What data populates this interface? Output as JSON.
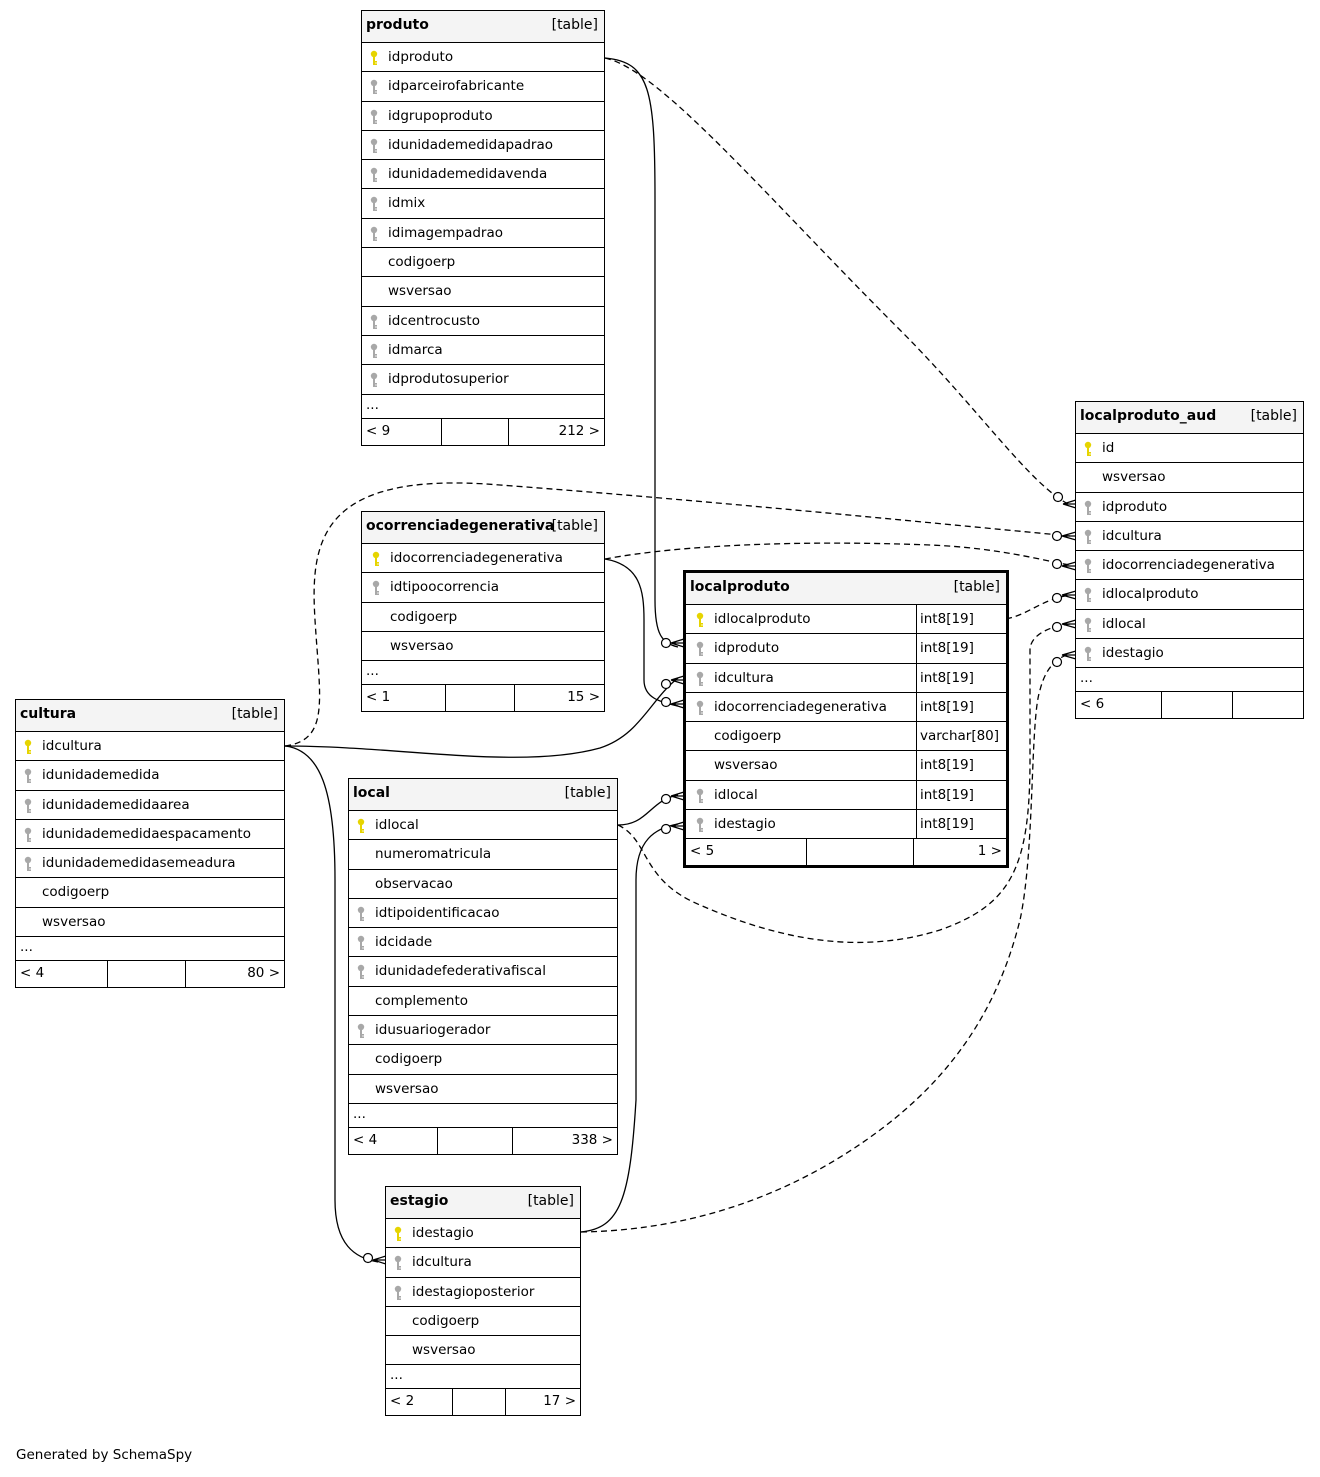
{
  "tables": {
    "produto": {
      "name": "produto",
      "kind": "[table]",
      "columns": [
        {
          "name": "idproduto",
          "key": "pk"
        },
        {
          "name": "idparceirofabricante",
          "key": "fk"
        },
        {
          "name": "idgrupoproduto",
          "key": "fk"
        },
        {
          "name": "idunidademedidapadrao",
          "key": "fk"
        },
        {
          "name": "idunidademedidavenda",
          "key": "fk"
        },
        {
          "name": "idmix",
          "key": "fk"
        },
        {
          "name": "idimagempadrao",
          "key": "fk"
        },
        {
          "name": "codigoerp",
          "key": ""
        },
        {
          "name": "wsversao",
          "key": ""
        },
        {
          "name": "idcentrocusto",
          "key": "fk"
        },
        {
          "name": "idmarca",
          "key": "fk"
        },
        {
          "name": "idprodutosuperior",
          "key": "fk"
        }
      ],
      "ellipsis": "...",
      "footer": {
        "parents": "< 9",
        "rows": "",
        "children": "212 >"
      }
    },
    "ocorrenciadegenerativa": {
      "name": "ocorrenciadegenerativa",
      "kind": "[table]",
      "columns": [
        {
          "name": "idocorrenciadegenerativa",
          "key": "pk"
        },
        {
          "name": "idtipoocorrencia",
          "key": "fk"
        },
        {
          "name": "codigoerp",
          "key": ""
        },
        {
          "name": "wsversao",
          "key": ""
        }
      ],
      "ellipsis": "...",
      "footer": {
        "parents": "< 1",
        "rows": "",
        "children": "15 >"
      }
    },
    "cultura": {
      "name": "cultura",
      "kind": "[table]",
      "columns": [
        {
          "name": "idcultura",
          "key": "pk"
        },
        {
          "name": "idunidademedida",
          "key": "fk"
        },
        {
          "name": "idunidademedidaarea",
          "key": "fk"
        },
        {
          "name": "idunidademedidaespacamento",
          "key": "fk"
        },
        {
          "name": "idunidademedidasemeadura",
          "key": "fk"
        },
        {
          "name": "codigoerp",
          "key": ""
        },
        {
          "name": "wsversao",
          "key": ""
        }
      ],
      "ellipsis": "...",
      "footer": {
        "parents": "< 4",
        "rows": "",
        "children": "80 >"
      }
    },
    "local": {
      "name": "local",
      "kind": "[table]",
      "columns": [
        {
          "name": "idlocal",
          "key": "pk"
        },
        {
          "name": "numeromatricula",
          "key": ""
        },
        {
          "name": "observacao",
          "key": ""
        },
        {
          "name": "idtipoidentificacao",
          "key": "fk"
        },
        {
          "name": "idcidade",
          "key": "fk"
        },
        {
          "name": "idunidadefederativafiscal",
          "key": "fk"
        },
        {
          "name": "complemento",
          "key": ""
        },
        {
          "name": "idusuariogerador",
          "key": "fk"
        },
        {
          "name": "codigoerp",
          "key": ""
        },
        {
          "name": "wsversao",
          "key": ""
        }
      ],
      "ellipsis": "...",
      "footer": {
        "parents": "< 4",
        "rows": "",
        "children": "338 >"
      }
    },
    "estagio": {
      "name": "estagio",
      "kind": "[table]",
      "columns": [
        {
          "name": "idestagio",
          "key": "pk"
        },
        {
          "name": "idcultura",
          "key": "fk"
        },
        {
          "name": "idestagioposterior",
          "key": "fk"
        },
        {
          "name": "codigoerp",
          "key": ""
        },
        {
          "name": "wsversao",
          "key": ""
        }
      ],
      "ellipsis": "...",
      "footer": {
        "parents": "< 2",
        "rows": "",
        "children": "17 >"
      }
    },
    "localproduto": {
      "name": "localproduto",
      "kind": "[table]",
      "columns": [
        {
          "name": "idlocalproduto",
          "key": "pk",
          "type": "int8[19]"
        },
        {
          "name": "idproduto",
          "key": "fk",
          "type": "int8[19]"
        },
        {
          "name": "idcultura",
          "key": "fk",
          "type": "int8[19]"
        },
        {
          "name": "idocorrenciadegenerativa",
          "key": "fk",
          "type": "int8[19]"
        },
        {
          "name": "codigoerp",
          "key": "",
          "type": "varchar[80]"
        },
        {
          "name": "wsversao",
          "key": "",
          "type": "int8[19]"
        },
        {
          "name": "idlocal",
          "key": "fk",
          "type": "int8[19]"
        },
        {
          "name": "idestagio",
          "key": "fk",
          "type": "int8[19]"
        }
      ],
      "footer": {
        "parents": "< 5",
        "rows": "",
        "children": "1 >"
      }
    },
    "localproduto_aud": {
      "name": "localproduto_aud",
      "kind": "[table]",
      "columns": [
        {
          "name": "id",
          "key": "pk"
        },
        {
          "name": "wsversao",
          "key": ""
        },
        {
          "name": "idproduto",
          "key": "fk"
        },
        {
          "name": "idcultura",
          "key": "fk"
        },
        {
          "name": "idocorrenciadegenerativa",
          "key": "fk"
        },
        {
          "name": "idlocalproduto",
          "key": "fk"
        },
        {
          "name": "idlocal",
          "key": "fk"
        },
        {
          "name": "idestagio",
          "key": "fk"
        }
      ],
      "ellipsis": "...",
      "footer": {
        "parents": "< 6",
        "rows": "",
        "children": ""
      }
    }
  },
  "colors": {
    "pk_key": "#e6d400",
    "fk_key": "#a8a8a8",
    "header_bg": "#f4f4f4"
  },
  "generated_by": "Generated by SchemaSpy"
}
